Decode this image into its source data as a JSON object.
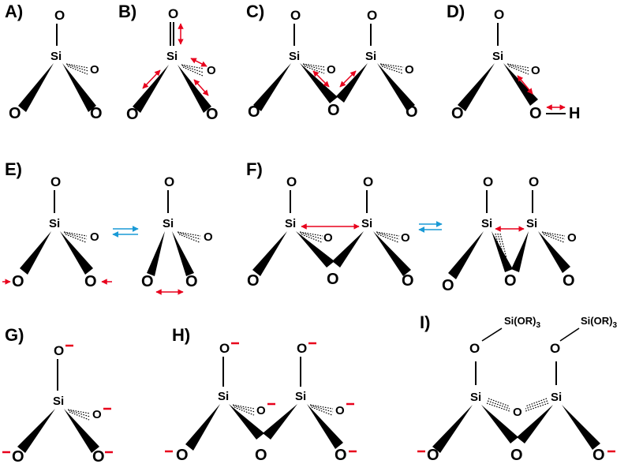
{
  "labels": {
    "a": "A)",
    "b": "B)",
    "c": "C)",
    "d": "D)",
    "e": "E)",
    "f": "F)",
    "g": "G)",
    "h": "H)",
    "i": "I)"
  },
  "atoms": {
    "o": "O",
    "si": "Si",
    "h": "H"
  },
  "substituent": {
    "group": "Si(OR)",
    "sub": "3"
  },
  "colors": {
    "black": "#000000",
    "red_arrow": "#e8001c",
    "blue_arrow": "#1a9ad6",
    "charge": "#e8001c"
  }
}
